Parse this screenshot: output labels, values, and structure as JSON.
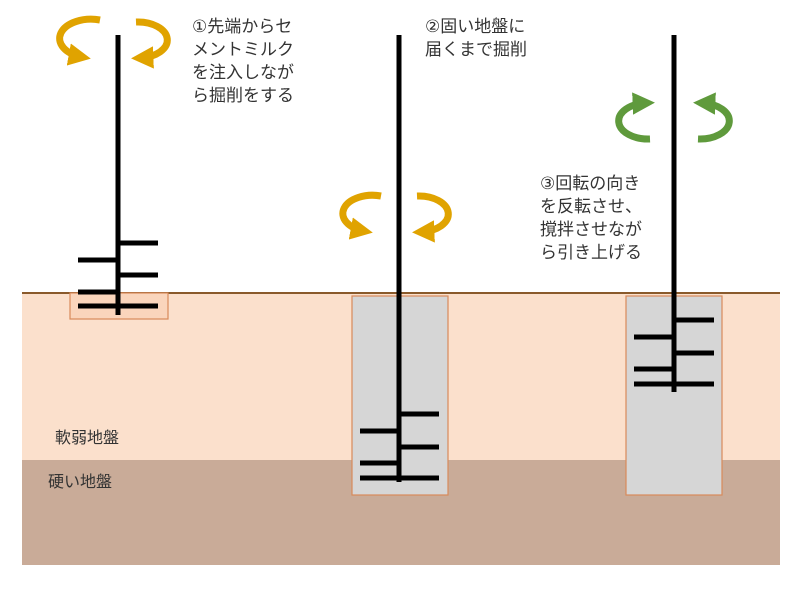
{
  "steps": [
    {
      "lines": [
        "①先端からセ",
        "メントミルク",
        "を注入しなが",
        "ら掘削をする"
      ],
      "rotation": "clockwise",
      "arrow_color": "#e0a300"
    },
    {
      "lines": [
        "②固い地盤に",
        "届くまで掘削"
      ],
      "rotation": "clockwise",
      "arrow_color": "#e0a300"
    },
    {
      "lines": [
        "③回転の向き",
        "を反転させ、",
        "撹拌させなが",
        "ら引き上げる"
      ],
      "rotation": "counterclockwise",
      "arrow_color": "#5f9a3c"
    }
  ],
  "layers": {
    "soft_ground": "軟弱地盤",
    "hard_ground": "硬い地盤"
  },
  "colors": {
    "soft_ground": "#fbe0cc",
    "hard_ground": "#c9ab98",
    "column_fill": "#d6d6d6",
    "column_border": "#d88a5a",
    "ground_line": "#8a5a2b",
    "rod": "#000000"
  }
}
